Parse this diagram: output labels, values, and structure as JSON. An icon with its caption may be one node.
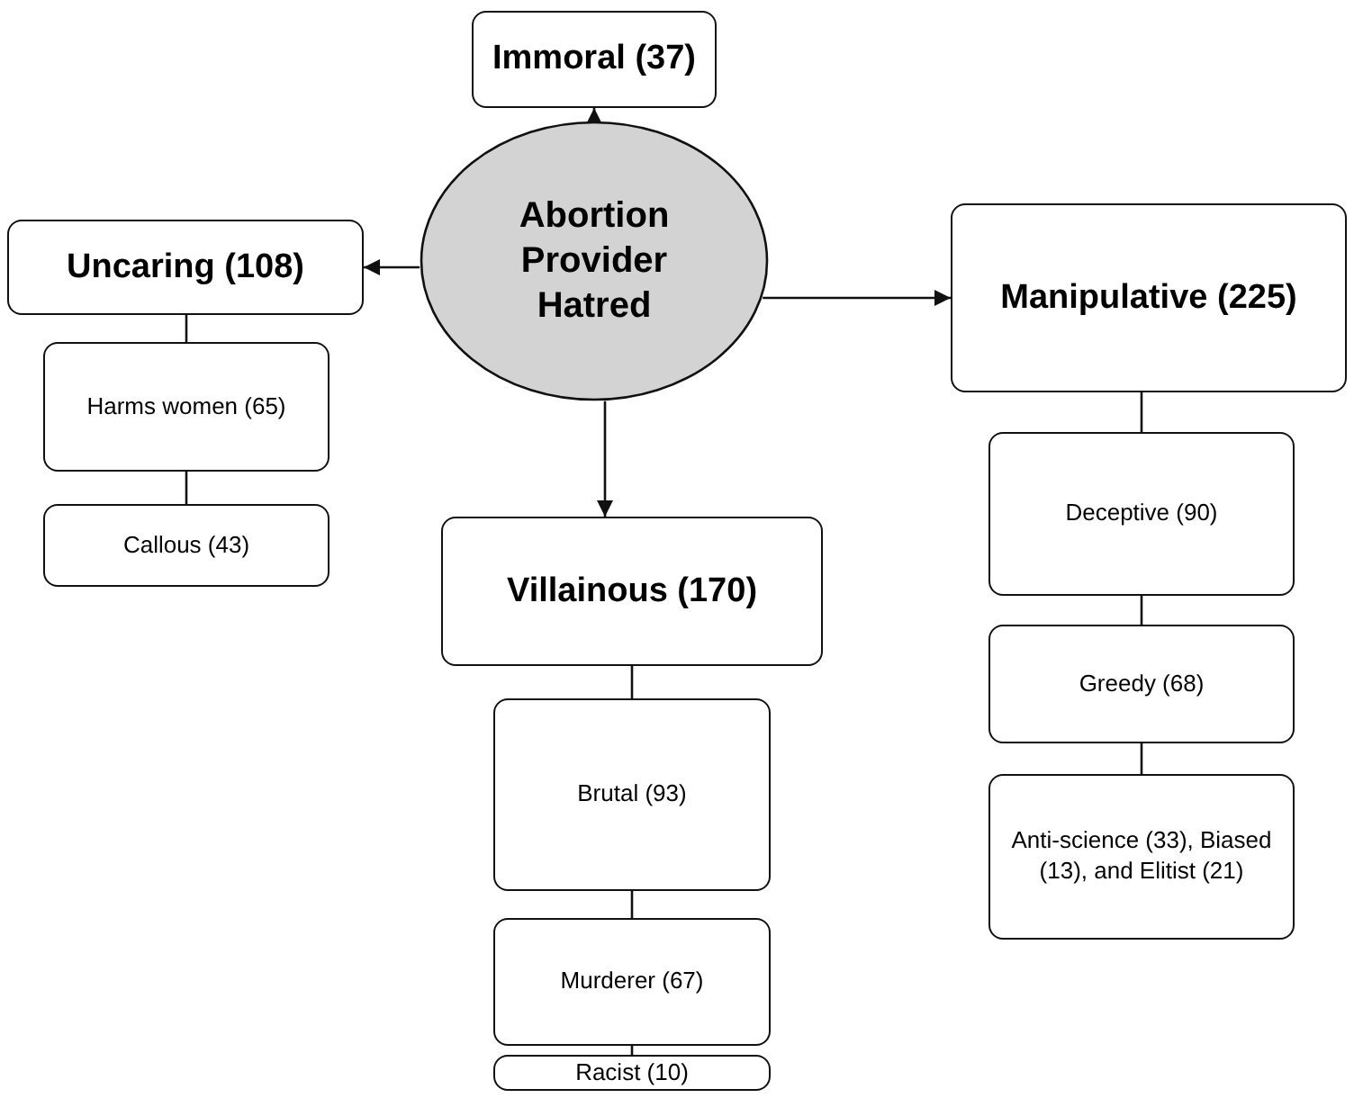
{
  "diagram": {
    "nodes": [
      {
        "text": [
          "Abortion Provider Hatred"
        ]
      },
      {
        "text": [
          "Immoral (37)"
        ]
      },
      {
        "text": [
          "Uncaring (108)"
        ]
      },
      {
        "text": [
          "Manipulative (225)"
        ]
      },
      {
        "text": [
          "Harms women (65)"
        ]
      },
      {
        "text": [
          "Callous (43)"
        ]
      },
      {
        "text": [
          "Villainous (170)"
        ]
      },
      {
        "text": [
          "Deceptive (90)"
        ]
      },
      {
        "text": [
          "Brutal (93)"
        ]
      },
      {
        "text": [
          "Greedy (68)"
        ]
      },
      {
        "text": [
          "Anti-science (33), Biased (13), and Elitist (21)"
        ]
      },
      {
        "text": [
          "Murderer (67)"
        ]
      },
      {
        "text": [
          "Racist (10)"
        ]
      }
    ],
    "edges": [
      {
        "from": 0,
        "to": 1,
        "arrow": "to"
      },
      {
        "from": 0,
        "to": 2,
        "arrow": "to"
      },
      {
        "from": 0,
        "to": 3,
        "arrow": "to"
      },
      {
        "from": 0,
        "to": 6,
        "arrow": "to"
      },
      {
        "from": 2,
        "to": 4,
        "arrow": "none"
      },
      {
        "from": 4,
        "to": 5,
        "arrow": "none"
      },
      {
        "from": 6,
        "to": 8,
        "arrow": "none"
      },
      {
        "from": 8,
        "to": 11,
        "arrow": "none"
      },
      {
        "from": 11,
        "to": 12,
        "arrow": "none"
      },
      {
        "from": 3,
        "to": 7,
        "arrow": "none"
      },
      {
        "from": 7,
        "to": 9,
        "arrow": "none"
      },
      {
        "from": 9,
        "to": 10,
        "arrow": "none"
      }
    ]
  }
}
